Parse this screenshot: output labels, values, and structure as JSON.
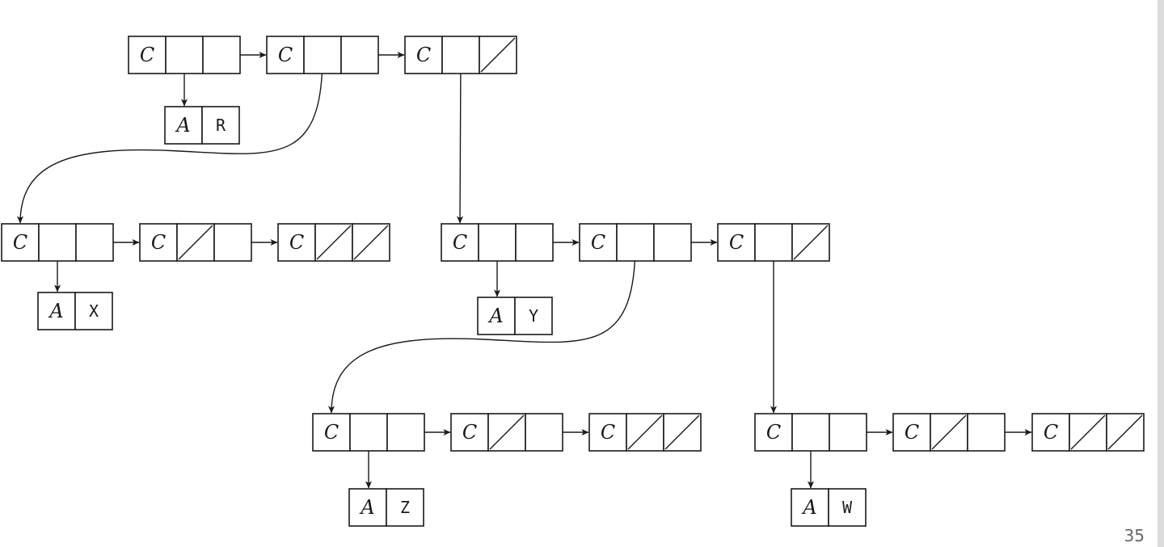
{
  "diagram": {
    "nodes": [
      {
        "id": "c0",
        "kind": "cons",
        "tag": "C",
        "car": "ptr",
        "cdr": "ptr"
      },
      {
        "id": "c1",
        "kind": "cons",
        "tag": "C",
        "car": "ptr",
        "cdr": "ptr"
      },
      {
        "id": "c2",
        "kind": "cons",
        "tag": "C",
        "car": "ptr",
        "cdr": "nil"
      },
      {
        "id": "aR",
        "kind": "atom",
        "tag": "A",
        "value": "R"
      },
      {
        "id": "c3",
        "kind": "cons",
        "tag": "C",
        "car": "ptr",
        "cdr": "ptr"
      },
      {
        "id": "c4",
        "kind": "cons",
        "tag": "C",
        "car": "nil",
        "cdr": "ptr"
      },
      {
        "id": "c5",
        "kind": "cons",
        "tag": "C",
        "car": "nil",
        "cdr": "nil"
      },
      {
        "id": "aX",
        "kind": "atom",
        "tag": "A",
        "value": "X"
      },
      {
        "id": "c6",
        "kind": "cons",
        "tag": "C",
        "car": "ptr",
        "cdr": "ptr"
      },
      {
        "id": "c7",
        "kind": "cons",
        "tag": "C",
        "car": "ptr",
        "cdr": "ptr"
      },
      {
        "id": "c8",
        "kind": "cons",
        "tag": "C",
        "car": "ptr",
        "cdr": "nil"
      },
      {
        "id": "aY",
        "kind": "atom",
        "tag": "A",
        "value": "Y"
      },
      {
        "id": "c9",
        "kind": "cons",
        "tag": "C",
        "car": "ptr",
        "cdr": "ptr"
      },
      {
        "id": "c10",
        "kind": "cons",
        "tag": "C",
        "car": "nil",
        "cdr": "ptr"
      },
      {
        "id": "c11",
        "kind": "cons",
        "tag": "C",
        "car": "nil",
        "cdr": "nil"
      },
      {
        "id": "aZ",
        "kind": "atom",
        "tag": "A",
        "value": "Z"
      },
      {
        "id": "c12",
        "kind": "cons",
        "tag": "C",
        "car": "ptr",
        "cdr": "ptr"
      },
      {
        "id": "c13",
        "kind": "cons",
        "tag": "C",
        "car": "nil",
        "cdr": "ptr"
      },
      {
        "id": "c14",
        "kind": "cons",
        "tag": "C",
        "car": "nil",
        "cdr": "nil"
      },
      {
        "id": "aW",
        "kind": "atom",
        "tag": "A",
        "value": "W"
      }
    ],
    "edges": [
      {
        "from": "c0",
        "field": "car",
        "to": "aR"
      },
      {
        "from": "c0",
        "field": "cdr",
        "to": "c1"
      },
      {
        "from": "c1",
        "field": "car",
        "to": "c3"
      },
      {
        "from": "c1",
        "field": "cdr",
        "to": "c2"
      },
      {
        "from": "c2",
        "field": "car",
        "to": "c6"
      },
      {
        "from": "c3",
        "field": "car",
        "to": "aX"
      },
      {
        "from": "c3",
        "field": "cdr",
        "to": "c4"
      },
      {
        "from": "c4",
        "field": "cdr",
        "to": "c5"
      },
      {
        "from": "c6",
        "field": "car",
        "to": "aY"
      },
      {
        "from": "c6",
        "field": "cdr",
        "to": "c7"
      },
      {
        "from": "c7",
        "field": "car",
        "to": "c9"
      },
      {
        "from": "c7",
        "field": "cdr",
        "to": "c8"
      },
      {
        "from": "c8",
        "field": "car",
        "to": "c12"
      },
      {
        "from": "c9",
        "field": "car",
        "to": "aZ"
      },
      {
        "from": "c9",
        "field": "cdr",
        "to": "c10"
      },
      {
        "from": "c10",
        "field": "cdr",
        "to": "c11"
      },
      {
        "from": "c12",
        "field": "car",
        "to": "aW"
      },
      {
        "from": "c12",
        "field": "cdr",
        "to": "c13"
      },
      {
        "from": "c13",
        "field": "cdr",
        "to": "c14"
      }
    ]
  },
  "page_number": "35"
}
